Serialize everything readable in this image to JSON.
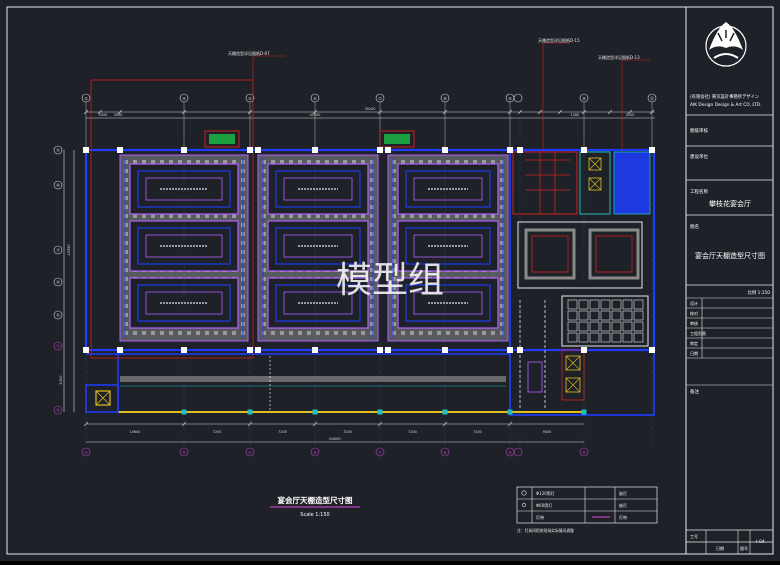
{
  "drawing": {
    "watermark": "模型组",
    "title": "宴会厅天棚造型尺寸图",
    "scale": "Scale 1:150",
    "callouts": [
      "天棚造型详见图纸D-07",
      "天棚造型详见图纸D-15",
      "天棚造型详见图纸D-13"
    ],
    "top_dims": [
      "2500",
      "3500",
      "42500",
      "35200",
      "1280",
      "3100"
    ],
    "bottom_dims": [
      "10600",
      "7200",
      "7200",
      "7200",
      "7200",
      "7200",
      "9000"
    ],
    "bottom_total": "64000",
    "left_dims": [
      "10550",
      "2300"
    ],
    "grid_top": [
      "①",
      "④",
      "⑤",
      "⑥",
      "⑦",
      "⑧",
      "⑨",
      "⑩",
      "⑫"
    ],
    "grid_left": [
      "⑤",
      "⑧",
      "⑦",
      "⑥",
      "⑤",
      "④"
    ],
    "legend": {
      "rows": [
        {
          "spec": "Φ120筒灯",
          "desc": "嵌灯"
        },
        {
          "spec": "Φ60筒灯",
          "desc": "嵌灯"
        },
        {
          "spec": "灯带",
          "desc": "灯带"
        }
      ],
      "note": "注：灯具间距按现场实际情况调整"
    }
  },
  "title_block": {
    "company_cn": "(有限会社) 東京設計事務所デザイン",
    "company_en": "AIK Design Design & Art CO, LTD.",
    "labels": [
      "工程名称",
      "图名",
      "设计",
      "校对",
      "审核",
      "工程负责",
      "审定",
      "比例",
      "日期",
      "图号"
    ],
    "rows": [
      "图纸审核",
      "建设单位",
      "工程名称"
    ],
    "project_label": "工程名称",
    "project_name": "攀枝花宴会厅",
    "sheet_label": "图名",
    "sheet_name": "宴会厅天棚造型尺寸图",
    "scale_text": "比例 1:150",
    "sign_labels": [
      "设计",
      "校对",
      "审核",
      "工程负责",
      "审定",
      "日期"
    ],
    "sign_values": [
      "",
      "",
      "",
      "",
      "",
      ""
    ],
    "remark_label": "备注",
    "bottom_labels": [
      "工号",
      "日期",
      "图号"
    ],
    "drawing_no": "I-04"
  },
  "colors": {
    "background": "#1e2128",
    "structure_blue": "#1f3dff",
    "ceiling_purple": "#b060ff",
    "outline_white": "#e8e8e8",
    "hatch_gray": "#8a8a8a",
    "dimension": "#d8d8d8",
    "callout_red": "#d02020",
    "stair_yellow": "#e0c020",
    "planter_green": "#1aa040",
    "grid_magenta": "#c040c0",
    "cyan": "#20c0c0"
  }
}
